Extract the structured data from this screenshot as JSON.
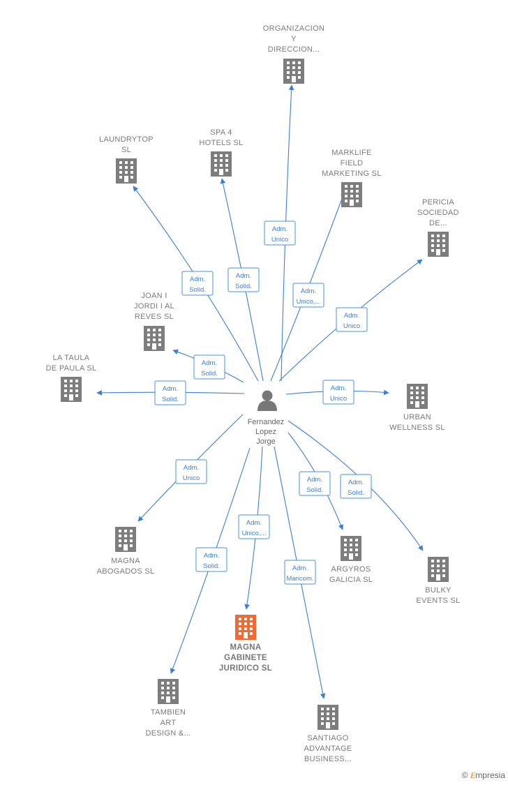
{
  "colors": {
    "edge": "#3a7fd4",
    "building": "#7d7d7d",
    "highlight": "#f06a35",
    "person": "#777777",
    "label": "#7a7a7a"
  },
  "person": {
    "lines": [
      "Fernandez",
      "Lopez",
      "Jorge"
    ],
    "icon": "person-icon"
  },
  "companies": [
    {
      "id": "organizacion",
      "lines": [
        "ORGANIZACION",
        "Y",
        "DIRECCION..."
      ],
      "relation": [
        "Adm.",
        "Unico"
      ]
    },
    {
      "id": "laundrytop",
      "lines": [
        "LAUNDRYTOP",
        "SL"
      ],
      "relation": [
        "Adm.",
        "Solid."
      ]
    },
    {
      "id": "spa4",
      "lines": [
        "SPA 4",
        "HOTELS  SL"
      ],
      "relation": [
        "Adm.",
        "Solid."
      ]
    },
    {
      "id": "marklife",
      "lines": [
        "MARKLIFE",
        "FIELD",
        "MARKETING SL"
      ],
      "relation": [
        "Adm.",
        "Unico,..."
      ]
    },
    {
      "id": "pericia",
      "lines": [
        "PERICIA",
        "SOCIEDAD",
        "DE..."
      ],
      "relation": [
        "Adm.",
        "Unico"
      ]
    },
    {
      "id": "joan",
      "lines": [
        "JOAN I",
        "JORDI I AL",
        "REVES  SL"
      ],
      "relation": [
        "Adm.",
        "Solid."
      ]
    },
    {
      "id": "lataula",
      "lines": [
        "LA TAULA",
        "DE PAULA  SL"
      ],
      "relation": [
        "Adm.",
        "Solid."
      ]
    },
    {
      "id": "urban",
      "lines": [
        "URBAN",
        "WELLNESS SL"
      ],
      "relation": [
        "Adm.",
        "Unico"
      ]
    },
    {
      "id": "magnaabog",
      "lines": [
        "MAGNA",
        "ABOGADOS SL"
      ],
      "relation": [
        "Adm.",
        "Unico"
      ]
    },
    {
      "id": "argyros",
      "lines": [
        "ARGYROS",
        "GALICIA  SL"
      ],
      "relation": [
        "Adm.",
        "Solid."
      ]
    },
    {
      "id": "bulky",
      "lines": [
        "BULKY",
        "EVENTS  SL"
      ],
      "relation": [
        "Adm.",
        "Solid."
      ]
    },
    {
      "id": "magnagab",
      "lines": [
        "MAGNA",
        "GABINETE",
        "JURIDICO  SL"
      ],
      "relation": [
        "Adm.",
        "Unico,..."
      ],
      "highlight": true
    },
    {
      "id": "tambien",
      "lines": [
        "TAMBIEN",
        "ART",
        "DESIGN &..."
      ],
      "relation": [
        "Adm.",
        "Solid."
      ]
    },
    {
      "id": "santiago",
      "lines": [
        "SANTIAGO",
        "ADVANTAGE",
        "BUSINESS..."
      ],
      "relation": [
        "Adm.",
        "Mancom."
      ]
    }
  ],
  "watermark": {
    "symbol": "©",
    "brand_initial": "E",
    "brand_rest": "mpresia"
  }
}
